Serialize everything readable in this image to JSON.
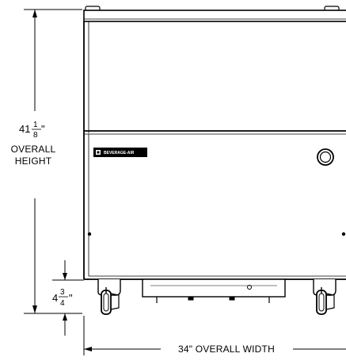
{
  "dimensions": {
    "height": {
      "whole": "41",
      "numerator": "1",
      "denominator": "8",
      "unit": "\"",
      "label_line1": "OVERALL",
      "label_line2": "HEIGHT"
    },
    "leg": {
      "whole": "4",
      "numerator": "3",
      "denominator": "4",
      "unit": "\""
    },
    "width": {
      "label": "34\" OVERALL WIDTH"
    }
  },
  "unit": {
    "brand_plate": "BEVERAGE-AIR"
  }
}
